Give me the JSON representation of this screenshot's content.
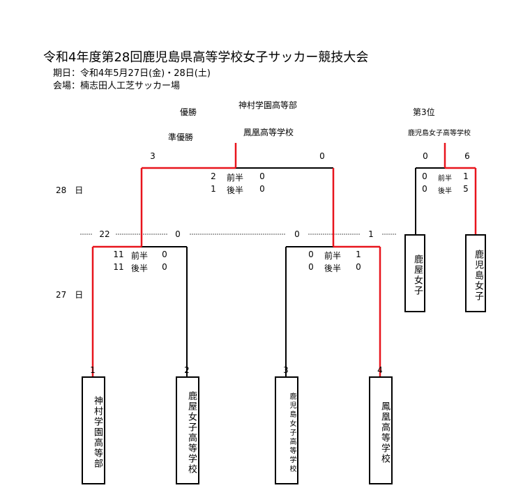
{
  "header": {
    "title": "令和4年度第28回鹿児島県高等学校女子サッカー競技大会",
    "date_line": "期日：令和4年5月27日(金)・28日(土)",
    "venue_line": "会場：楠志田人工芝サッカー場"
  },
  "results": {
    "winner_label": "優勝",
    "winner": "神村学園高等部",
    "runner_up_label": "準優勝",
    "runner_up": "鳳凰高等学校",
    "third_label": "第3位",
    "third": "鹿児島女子高等学校"
  },
  "days": {
    "day28": "28　日",
    "day27": "27　日"
  },
  "final": {
    "left_score": "3",
    "right_score": "0",
    "first_half": {
      "label": "前半",
      "left": "2",
      "right": "0"
    },
    "second_half": {
      "label": "後半",
      "left": "1",
      "right": "0"
    }
  },
  "third_place": {
    "left_score": "0",
    "right_score": "6",
    "first_half": {
      "label": "前半",
      "left": "0",
      "right": "1"
    },
    "second_half": {
      "label": "後半",
      "left": "0",
      "right": "5"
    },
    "team_left": "鹿屋女子",
    "team_right": "鹿児島女子"
  },
  "semifinal_scores": {
    "sf1_left": "22",
    "sf1_right": "0",
    "sf2_left": "0",
    "sf2_right": "1"
  },
  "sf1": {
    "first_half": {
      "label": "前半",
      "left": "11",
      "right": "0"
    },
    "second_half": {
      "label": "後半",
      "left": "11",
      "right": "0"
    }
  },
  "sf2": {
    "first_half": {
      "label": "前半",
      "left": "0",
      "right": "1"
    },
    "second_half": {
      "label": "後半",
      "left": "0",
      "right": "0"
    }
  },
  "teams": [
    {
      "seed": "1",
      "name": "神村学園高等部"
    },
    {
      "seed": "2",
      "name": "鹿屋女子高等学校"
    },
    {
      "seed": "3",
      "name": "鹿児島女子高等学校"
    },
    {
      "seed": "4",
      "name": "鳳凰高等学校"
    }
  ],
  "colors": {
    "winner_line": "#e8141c",
    "line": "#000000"
  }
}
